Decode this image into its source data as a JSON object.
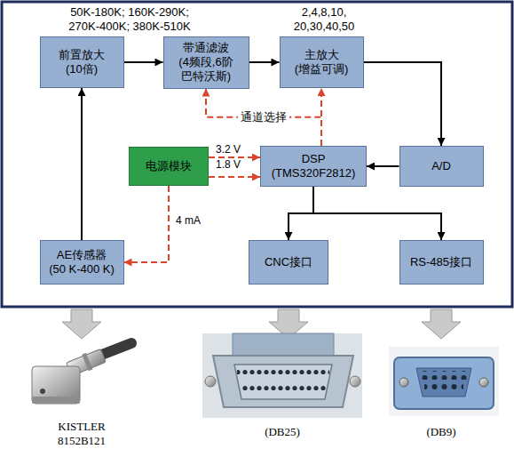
{
  "diagram": {
    "nodes": [
      {
        "text": [
          "前置放大 (10倍)"
        ]
      },
      {
        "text": [
          "带通滤波 (4频段,6阶 巴特沃斯)"
        ]
      },
      {
        "text": [
          "主放大 (增益可调)"
        ]
      },
      {
        "text": [
          "电源模块"
        ]
      },
      {
        "text": [
          "DSP (TMS320F2812)"
        ]
      },
      {
        "text": [
          "A/D"
        ]
      },
      {
        "text": [
          "AE传感器 (50 K-400 K)"
        ]
      },
      {
        "text": [
          "CNC接口"
        ]
      },
      {
        "text": [
          "RS-485接口"
        ]
      }
    ],
    "edges": [
      {
        "from": 6,
        "to": 0,
        "arrow": "to"
      },
      {
        "from": 0,
        "to": 1,
        "arrow": "to"
      },
      {
        "from": 1,
        "to": 2,
        "arrow": "to"
      },
      {
        "from": 2,
        "to": 5,
        "arrow": "to"
      },
      {
        "from": 5,
        "to": 4,
        "arrow": "to"
      },
      {
        "from": 4,
        "to": 7,
        "arrow": "to"
      },
      {
        "from": 4,
        "to": 8,
        "arrow": "to"
      },
      {
        "from": 3,
        "to": 4,
        "label": "3.2 V 1.8 V",
        "arrow": "to"
      },
      {
        "from": 3,
        "to": 6,
        "label": "4 mA",
        "arrow": "to"
      },
      {
        "from": 4,
        "to": 1,
        "label": "通道选择",
        "arrow": "to"
      },
      {
        "from": 4,
        "to": 2,
        "arrow": "to"
      }
    ],
    "labels": [
      "50K-180K; 160K-290K; 270K-400K; 380K-510K",
      "2,4,8,10, 20,30,40,50",
      "KISTLER 8152B121",
      "(DB25)",
      "(DB9)"
    ]
  }
}
